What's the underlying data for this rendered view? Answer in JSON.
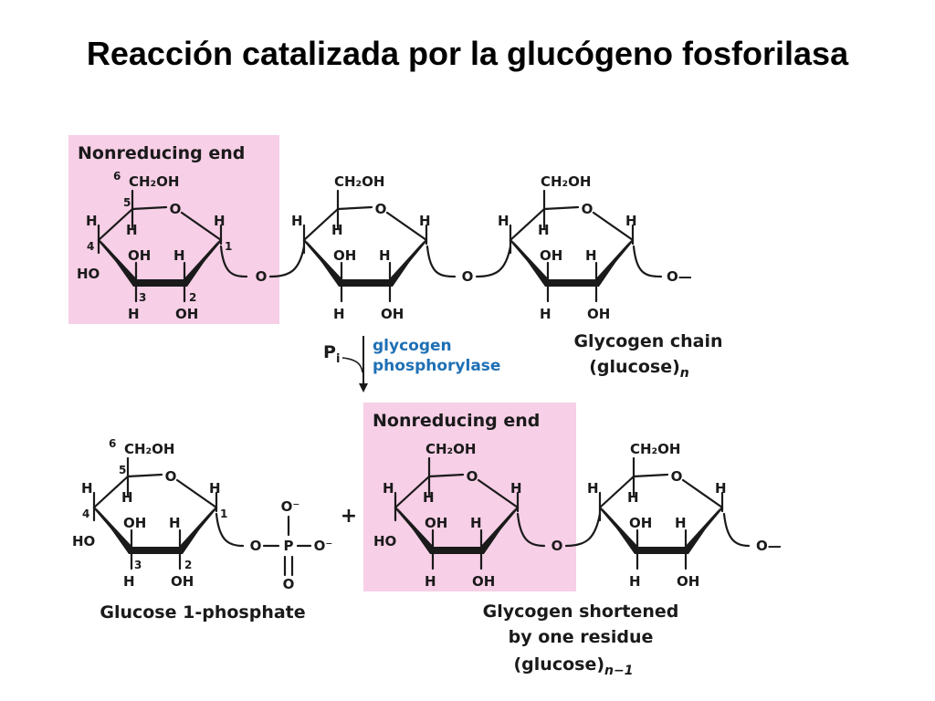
{
  "title": "Reacción catalizada por la glucógeno fosforilasa",
  "nonreducing_label": "Nonreducing end",
  "atoms": {
    "ch2oh": "CH₂OH",
    "o": "O",
    "h": "H",
    "oh": "OH",
    "ho": "HO",
    "bond_o": "O",
    "chain_end": "O—",
    "o_minus": "O⁻",
    "p": "P",
    "six": "6",
    "carbons": [
      "1",
      "2",
      "3",
      "4",
      "5"
    ]
  },
  "reaction": {
    "reagent": "P",
    "reagent_sub": "i",
    "enzyme_line1": "glycogen",
    "enzyme_line2": "phosphorylase",
    "plus": "+"
  },
  "labels": {
    "chain_line1": "Glycogen chain",
    "chain_line2": "(glucose)",
    "chain_sub": "n",
    "g1p": "Glucose 1-phosphate",
    "short_line1": "Glycogen shortened",
    "short_line2": "by one residue",
    "short_line3": "(glucose)",
    "short_sub": "n−1"
  },
  "colors": {
    "highlight_box": "#f7cfe6",
    "enzyme_text": "#1f70b5"
  }
}
